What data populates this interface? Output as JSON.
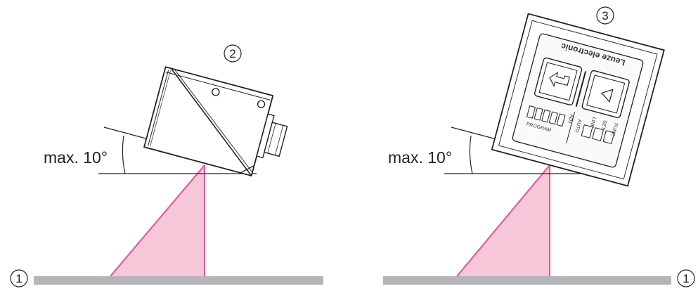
{
  "labels": {
    "left_angle": "max. 10°",
    "right_angle": "max. 10°",
    "callout_1_left": "1",
    "callout_1_right": "1",
    "callout_2": "2",
    "callout_3": "3"
  },
  "sensor_panel": {
    "brand": "Leuze electronic",
    "led_auto": "AUTO",
    "led_adj": "ADJ",
    "led_line": "LINE",
    "led_set": "SET",
    "led_func": "FUNC",
    "led_bottom": "PROGRAM"
  },
  "colors": {
    "beam_fill": "#f6c6d9",
    "beam_edge": "#e8509a",
    "surface": "#b4b5b8",
    "outline": "#222222"
  }
}
